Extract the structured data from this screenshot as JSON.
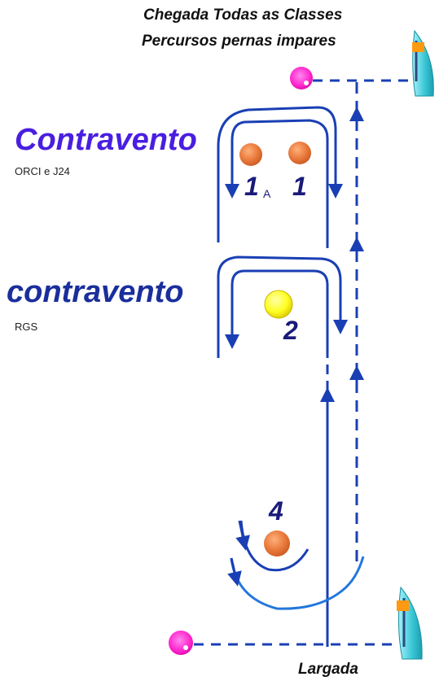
{
  "finish": {
    "line1": "Chegada Todas as Classes",
    "line2": "Percursos pernas impares"
  },
  "upwind_top": {
    "title": "Contravento",
    "classes": "ORCI e J24"
  },
  "upwind_mid": {
    "title": "contravento",
    "classes": "RGS"
  },
  "marks": {
    "m1a_number": "1",
    "m1a_suffix": "A",
    "m1_number": "1",
    "m2_number": "2",
    "m4_number": "4"
  },
  "start": {
    "label": "Largada"
  },
  "colors": {
    "course_line": "#1a3fb4",
    "title_top": "#4a1ee0",
    "title_mid": "#1a2e9c",
    "mark_orange": "#e8783a",
    "mark_yellow": "#ffff22",
    "buoy_magenta": "#ff22cc",
    "boat_cyan": "#3ec9d8",
    "flag_orange": "#ff9a10"
  },
  "icons": [
    "boat-icon",
    "buoy-icon",
    "mark-icon",
    "arrow-icon"
  ]
}
